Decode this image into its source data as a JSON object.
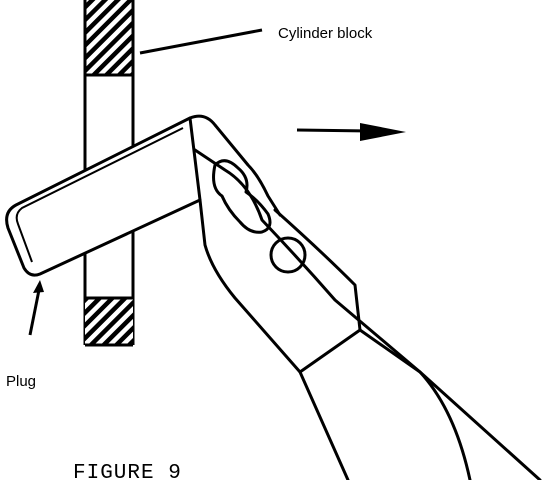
{
  "labels": {
    "cylinder_block": "Cylinder block",
    "plug": "Plug"
  },
  "caption": "FIGURE 9",
  "colors": {
    "ink": "#000000",
    "paper": "#ffffff"
  }
}
